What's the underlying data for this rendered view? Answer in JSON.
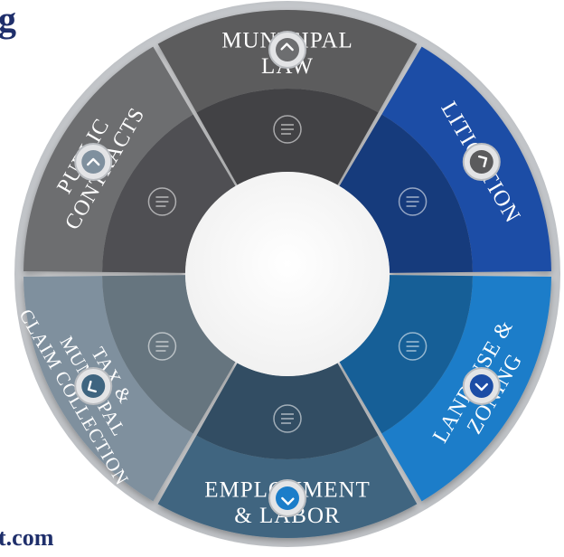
{
  "fragments": {
    "top": "g",
    "bottom": "t.com"
  },
  "segments": [
    {
      "id": "municipal-law",
      "lines": [
        "MUNICIPAL",
        "LAW"
      ],
      "icon": "traffic-sign-icon",
      "outer": "#5b5b5d",
      "inner": "#434345"
    },
    {
      "id": "litigation",
      "lines": [
        "LITIGATION"
      ],
      "icon": "scales-of-justice-icon",
      "outer": "#1c4da6",
      "inner": "#193a7c"
    },
    {
      "id": "land-use-zoning",
      "lines": [
        "LAND USE &",
        "ZONING"
      ],
      "icon": "globe-icon",
      "outer": "#1b7dc9",
      "inner": "#165f97"
    },
    {
      "id": "employment-labor",
      "lines": [
        "EMPLOYMENT",
        "& LABOR"
      ],
      "icon": "worker-hardhat-icon",
      "outer": "#3f6580",
      "inner": "#314e63"
    },
    {
      "id": "tax-municipal-claim",
      "lines": [
        "TAX &",
        "MUNICIPAL",
        "CLAIM COLLECTION"
      ],
      "icon": "dollar-coin-icon",
      "outer": "#7f909e",
      "inner": "#66747f"
    },
    {
      "id": "public-contracts",
      "lines": [
        "PUBLIC",
        "CONTRACTS"
      ],
      "icon": "envelope-document-icon",
      "outer": "#6d6e70",
      "inner": "#4f5052"
    }
  ],
  "connectors": [
    {
      "name": "connector-municipal-public",
      "icon": "corner-arrow-icon",
      "color": "#6d6e70"
    },
    {
      "name": "connector-municipal-litigation",
      "icon": "corner-arrow-icon",
      "color": "#5b5b5d"
    },
    {
      "name": "connector-litigation-landuse",
      "icon": "chevron-down-icon",
      "color": "#1c4da6"
    },
    {
      "name": "connector-landuse-employment",
      "icon": "corner-arrow-icon",
      "color": "#1b7dc9"
    },
    {
      "name": "connector-employment-tax",
      "icon": "corner-arrow-icon",
      "color": "#3f6580"
    },
    {
      "name": "connector-tax-public",
      "icon": "chevron-up-icon",
      "color": "#7f909e"
    }
  ]
}
